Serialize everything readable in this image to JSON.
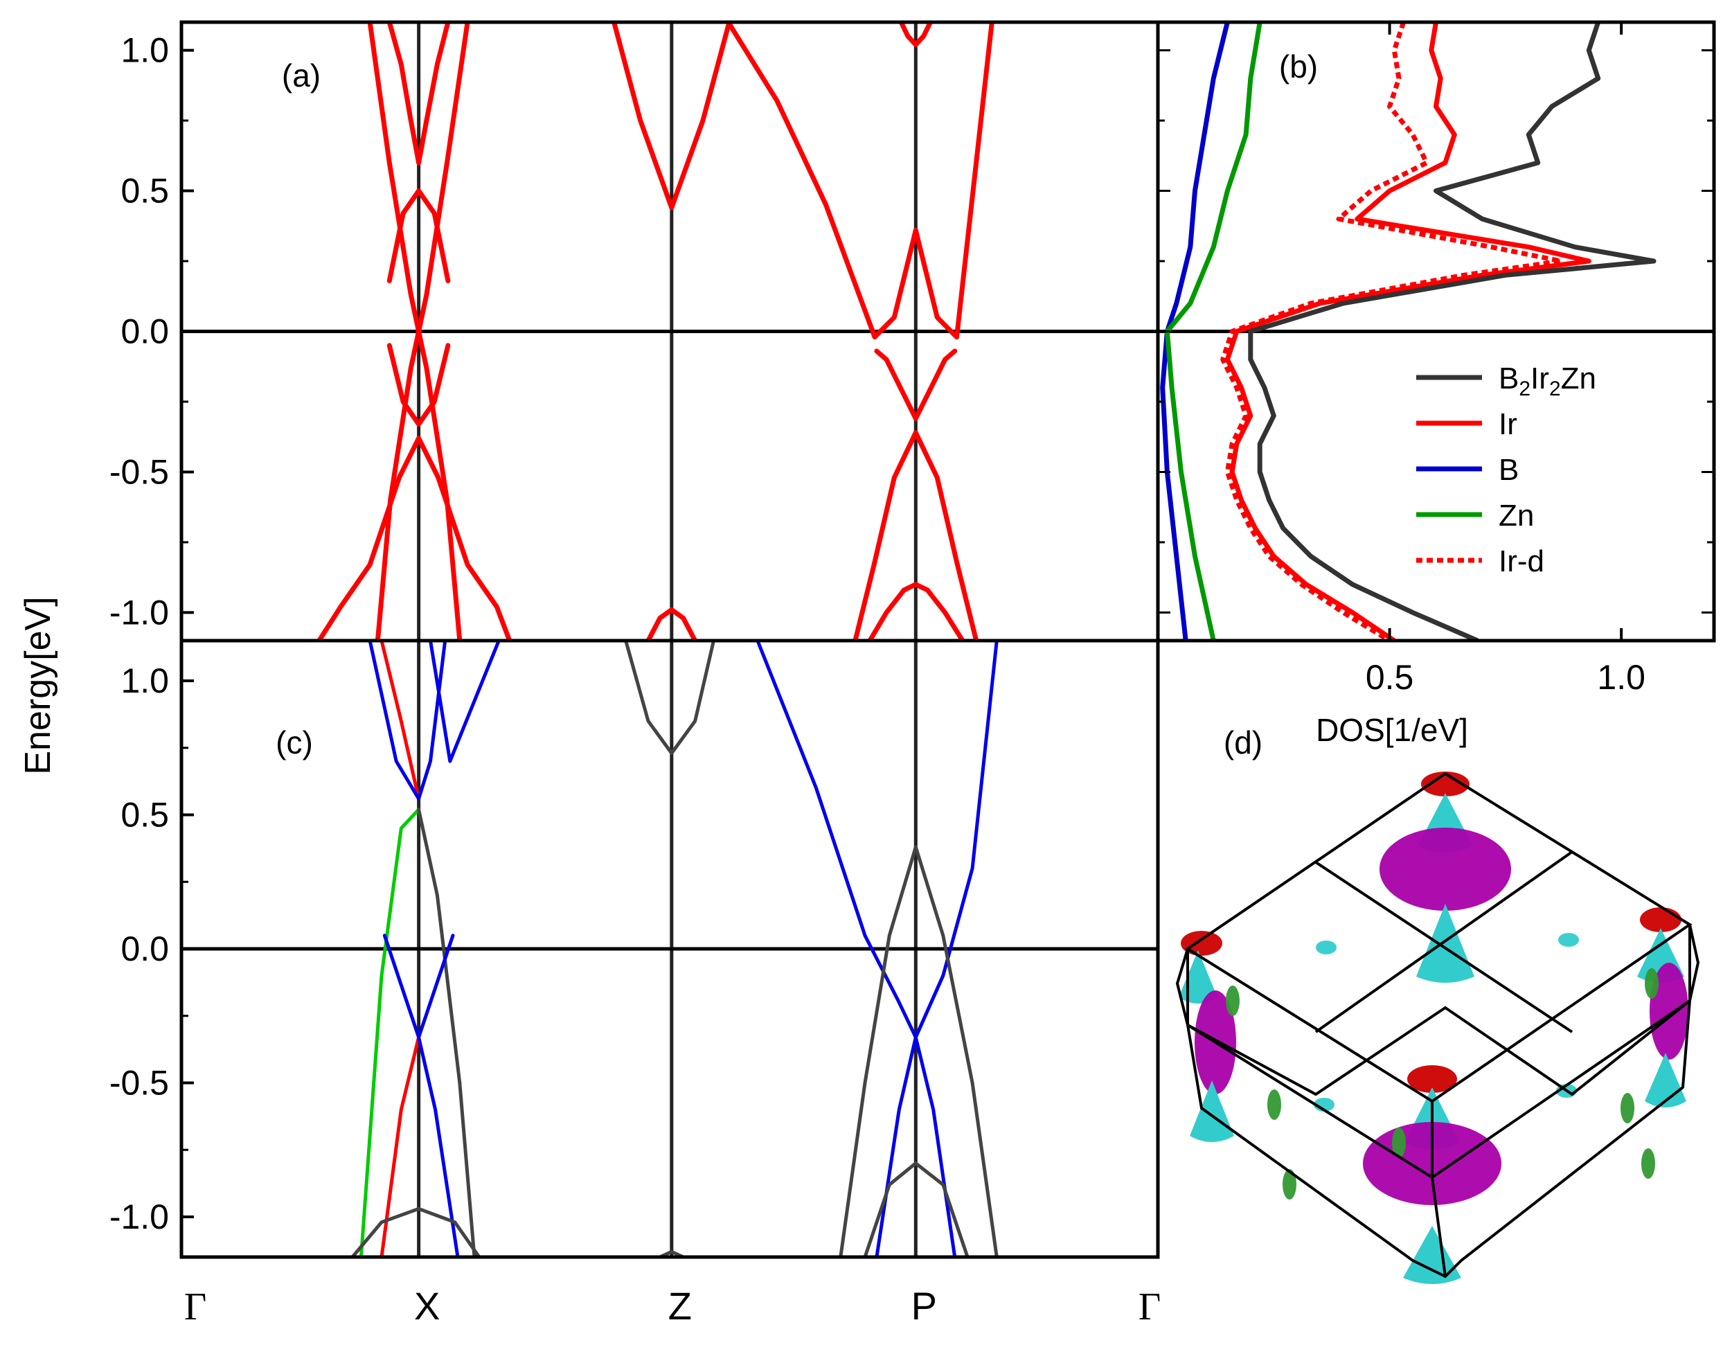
{
  "chart_data": [
    {
      "panel": "a",
      "type": "line",
      "label": "(a)",
      "ylabel": "Energy[eV]",
      "ylim": [
        -1.1,
        1.1
      ],
      "yticks": [
        "1.0",
        "0.5",
        "0.0",
        "-0.5",
        "-1.0"
      ],
      "ytick_values": [
        1.0,
        0.5,
        0.0,
        -0.5,
        -1.0
      ],
      "xlim": [
        0,
        1
      ],
      "high_symmetry_points": [
        {
          "label": "Γ",
          "x": 0.0
        },
        {
          "label": "X",
          "x": 0.243
        },
        {
          "label": "Z",
          "x": 0.502
        },
        {
          "label": "P",
          "x": 0.752
        },
        {
          "label": "Γ",
          "x": 1.0
        }
      ],
      "line_color": "#ff0000",
      "series": [
        {
          "x": [
            0.213,
            0.225,
            0.235,
            0.243
          ],
          "values": [
            1.1,
            0.95,
            0.75,
            0.6
          ]
        },
        {
          "x": [
            0.243,
            0.251,
            0.262,
            0.273
          ],
          "values": [
            0.6,
            0.75,
            0.95,
            1.1
          ]
        },
        {
          "x": [
            0.193,
            0.213,
            0.235,
            0.243,
            0.251,
            0.272,
            0.285
          ],
          "values": [
            1.1,
            0.6,
            0.13,
            0.0,
            -0.13,
            -0.6,
            -1.1
          ]
        },
        {
          "x": [
            0.201,
            0.214,
            0.235,
            0.243,
            0.251,
            0.272,
            0.293
          ],
          "values": [
            -1.1,
            -0.6,
            -0.13,
            0.0,
            0.13,
            0.6,
            1.1
          ]
        },
        {
          "x": [
            0.213,
            0.227,
            0.243,
            0.259,
            0.273
          ],
          "values": [
            0.18,
            0.42,
            0.5,
            0.42,
            0.18
          ]
        },
        {
          "x": [
            0.213,
            0.227,
            0.243,
            0.259,
            0.273
          ],
          "values": [
            -0.05,
            -0.25,
            -0.33,
            -0.25,
            -0.05
          ]
        },
        {
          "x": [
            0.141,
            0.163,
            0.193,
            0.223,
            0.243,
            0.263,
            0.293,
            0.323,
            0.336
          ],
          "values": [
            -1.1,
            -0.98,
            -0.83,
            -0.52,
            -0.38,
            -0.52,
            -0.83,
            -0.98,
            -1.1
          ]
        },
        {
          "x": [
            0.443,
            0.47,
            0.502,
            0.534,
            0.561
          ],
          "values": [
            1.1,
            0.75,
            0.44,
            0.75,
            1.1
          ]
        },
        {
          "x": [
            0.478,
            0.49,
            0.502,
            0.514,
            0.526
          ],
          "values": [
            -1.1,
            -1.02,
            -0.99,
            -1.02,
            -1.1
          ]
        },
        {
          "x": [
            0.56,
            0.61,
            0.66,
            0.71,
            0.73,
            0.752,
            0.774,
            0.794,
            0.83
          ],
          "values": [
            1.1,
            0.82,
            0.45,
            -0.02,
            0.05,
            0.36,
            0.05,
            -0.02,
            1.1
          ]
        },
        {
          "x": [
            0.737,
            0.744,
            0.752,
            0.76,
            0.767
          ],
          "values": [
            1.1,
            1.05,
            1.02,
            1.05,
            1.1
          ]
        },
        {
          "x": [
            0.712,
            0.722,
            0.732,
            0.752,
            0.772,
            0.782,
            0.792
          ],
          "values": [
            -0.07,
            -0.1,
            -0.17,
            -0.31,
            -0.17,
            -0.1,
            -0.07
          ]
        },
        {
          "x": [
            0.69,
            0.71,
            0.73,
            0.752,
            0.774,
            0.794,
            0.814
          ],
          "values": [
            -1.1,
            -0.82,
            -0.52,
            -0.36,
            -0.52,
            -0.82,
            -1.1
          ]
        },
        {
          "x": [
            0.705,
            0.722,
            0.74,
            0.752,
            0.764,
            0.782,
            0.8
          ],
          "values": [
            -1.1,
            -1.0,
            -0.92,
            -0.9,
            -0.92,
            -1.0,
            -1.1
          ]
        }
      ]
    },
    {
      "panel": "b",
      "type": "line",
      "label": "(b)",
      "xlabel": "DOS[1/eV]",
      "xlim": [
        0,
        1.2
      ],
      "xticks": [
        "0.5",
        "1.0"
      ],
      "xtick_values": [
        0.5,
        1.0
      ],
      "ylim": [
        -1.1,
        1.1
      ],
      "series": [
        {
          "name": "B2Ir2Zn",
          "color": "#333333",
          "style": "solid",
          "y": [
            1.1,
            1.0,
            0.9,
            0.8,
            0.7,
            0.6,
            0.5,
            0.4,
            0.3,
            0.25,
            0.2,
            0.1,
            0.0,
            -0.1,
            -0.2,
            -0.3,
            -0.4,
            -0.5,
            -0.6,
            -0.7,
            -0.8,
            -0.9,
            -1.0,
            -1.1
          ],
          "values": [
            0.95,
            0.93,
            0.95,
            0.85,
            0.8,
            0.82,
            0.6,
            0.7,
            0.9,
            1.07,
            0.75,
            0.4,
            0.2,
            0.2,
            0.23,
            0.25,
            0.22,
            0.22,
            0.24,
            0.27,
            0.33,
            0.42,
            0.55,
            0.69
          ]
        },
        {
          "name": "Ir",
          "color": "#ff0000",
          "style": "solid",
          "y": [
            1.1,
            1.0,
            0.9,
            0.8,
            0.7,
            0.6,
            0.5,
            0.4,
            0.3,
            0.25,
            0.2,
            0.1,
            0.0,
            -0.1,
            -0.2,
            -0.3,
            -0.4,
            -0.5,
            -0.6,
            -0.7,
            -0.8,
            -0.9,
            -1.0,
            -1.1
          ],
          "values": [
            0.6,
            0.59,
            0.61,
            0.6,
            0.64,
            0.62,
            0.5,
            0.43,
            0.8,
            0.93,
            0.7,
            0.35,
            0.17,
            0.15,
            0.18,
            0.2,
            0.17,
            0.16,
            0.18,
            0.21,
            0.25,
            0.32,
            0.42,
            0.51
          ]
        },
        {
          "name": "B",
          "color": "#0000cc",
          "style": "solid",
          "y": [
            1.1,
            0.9,
            0.7,
            0.5,
            0.3,
            0.1,
            0.0,
            -0.2,
            -0.5,
            -0.8,
            -1.1
          ],
          "values": [
            0.15,
            0.12,
            0.1,
            0.08,
            0.07,
            0.04,
            0.02,
            0.01,
            0.02,
            0.04,
            0.06
          ]
        },
        {
          "name": "Zn",
          "color": "#009900",
          "style": "solid",
          "y": [
            1.1,
            0.9,
            0.7,
            0.5,
            0.3,
            0.1,
            0.0,
            -0.2,
            -0.5,
            -0.8,
            -1.1
          ],
          "values": [
            0.22,
            0.2,
            0.19,
            0.15,
            0.12,
            0.07,
            0.02,
            0.03,
            0.05,
            0.08,
            0.12
          ]
        },
        {
          "name": "Ir-d",
          "color": "#ff0000",
          "style": "dotted",
          "y": [
            1.1,
            1.0,
            0.9,
            0.8,
            0.7,
            0.6,
            0.5,
            0.4,
            0.3,
            0.25,
            0.2,
            0.1,
            0.0,
            -0.1,
            -0.2,
            -0.3,
            -0.4,
            -0.5,
            -0.6,
            -0.7,
            -0.8,
            -0.9,
            -1.0,
            -1.1
          ],
          "values": [
            0.53,
            0.51,
            0.52,
            0.5,
            0.55,
            0.58,
            0.46,
            0.39,
            0.72,
            0.87,
            0.66,
            0.33,
            0.16,
            0.14,
            0.17,
            0.19,
            0.16,
            0.15,
            0.17,
            0.2,
            0.24,
            0.31,
            0.4,
            0.5
          ]
        }
      ],
      "legend": [
        {
          "text": "B",
          "sub": "2",
          "text2": "Ir",
          "sub2": "2",
          "text3": "Zn",
          "color": "#333333",
          "style": "solid"
        },
        {
          "text": "Ir",
          "color": "#ff0000",
          "style": "solid"
        },
        {
          "text": "B",
          "color": "#0000cc",
          "style": "solid"
        },
        {
          "text": "Zn",
          "color": "#009900",
          "style": "solid"
        },
        {
          "text": "Ir-d",
          "color": "#ff0000",
          "style": "dotted"
        }
      ]
    },
    {
      "panel": "c",
      "type": "line",
      "label": "(c)",
      "ylim": [
        -1.15,
        1.15
      ],
      "yticks": [
        "1.0",
        "0.5",
        "0.0",
        "-0.5",
        "-1.0"
      ],
      "ytick_values": [
        1.0,
        0.5,
        0.0,
        -0.5,
        -1.0
      ],
      "xtick_labels": [
        "Γ",
        "X",
        "Z",
        "P",
        "Γ"
      ],
      "xtick_values": [
        0.0,
        0.243,
        0.502,
        0.752,
        1.0
      ],
      "series": [
        {
          "color": "#ff0000",
          "x": [
            0.205,
            0.225,
            0.243
          ],
          "values": [
            1.15,
            0.85,
            0.56
          ]
        },
        {
          "color": "#0000ee",
          "x": [
            0.193,
            0.22,
            0.243,
            0.255,
            0.27
          ],
          "values": [
            1.15,
            0.7,
            0.56,
            0.7,
            1.15
          ]
        },
        {
          "color": "#0000ee",
          "x": [
            0.255,
            0.275,
            0.325
          ],
          "values": [
            1.15,
            0.7,
            1.15
          ]
        },
        {
          "color": "#00cc00",
          "x": [
            0.184,
            0.205,
            0.225,
            0.243
          ],
          "values": [
            -1.15,
            -0.1,
            0.45,
            0.52
          ]
        },
        {
          "color": "#444444",
          "x": [
            0.243,
            0.262,
            0.285
          ],
          "values": [
            0.52,
            0.2,
            -0.5
          ]
        },
        {
          "color": "#0000ee",
          "x": [
            0.208,
            0.243,
            0.278
          ],
          "values": [
            0.05,
            -0.33,
            0.05
          ]
        },
        {
          "color": "#ff0000",
          "x": [
            0.205,
            0.225,
            0.243
          ],
          "values": [
            -1.15,
            -0.6,
            -0.33
          ]
        },
        {
          "color": "#0000ee",
          "x": [
            0.243,
            0.26,
            0.283
          ],
          "values": [
            -0.33,
            -0.6,
            -1.15
          ]
        },
        {
          "color": "#444444",
          "x": [
            0.285,
            0.3
          ],
          "values": [
            -0.5,
            -1.15
          ]
        },
        {
          "color": "#444444",
          "x": [
            0.175,
            0.205,
            0.243,
            0.28,
            0.305
          ],
          "values": [
            -1.15,
            -1.02,
            -0.97,
            -1.02,
            -1.15
          ]
        },
        {
          "color": "#444444",
          "x": [
            0.455,
            0.478,
            0.502,
            0.526,
            0.545
          ],
          "values": [
            1.15,
            0.85,
            0.73,
            0.85,
            1.15
          ]
        },
        {
          "color": "#444444",
          "x": [
            0.49,
            0.502,
            0.514
          ],
          "values": [
            -1.15,
            -1.13,
            -1.15
          ]
        },
        {
          "color": "#0000ee",
          "x": [
            0.59,
            0.65,
            0.7,
            0.735,
            0.752
          ],
          "values": [
            1.15,
            0.6,
            0.05,
            -0.2,
            -0.33
          ]
        },
        {
          "color": "#0000ee",
          "x": [
            0.752,
            0.78,
            0.81,
            0.835
          ],
          "values": [
            -0.33,
            -0.1,
            0.3,
            1.15
          ]
        },
        {
          "color": "#444444",
          "x": [
            0.7,
            0.725,
            0.752,
            0.78,
            0.81
          ],
          "values": [
            -0.5,
            0.05,
            0.38,
            0.05,
            -0.5
          ]
        },
        {
          "color": "#444444",
          "x": [
            0.675,
            0.7
          ],
          "values": [
            -1.15,
            -0.5
          ]
        },
        {
          "color": "#444444",
          "x": [
            0.81,
            0.835
          ],
          "values": [
            -0.5,
            -1.15
          ]
        },
        {
          "color": "#0000ee",
          "x": [
            0.712,
            0.735,
            0.752,
            0.77,
            0.792
          ],
          "values": [
            -1.15,
            -0.6,
            -0.33,
            -0.6,
            -1.15
          ]
        },
        {
          "color": "#444444",
          "x": [
            0.7,
            0.725,
            0.752,
            0.78,
            0.805
          ],
          "values": [
            -1.15,
            -0.88,
            -0.8,
            -0.88,
            -1.15
          ]
        }
      ]
    },
    {
      "panel": "d",
      "type": "other",
      "label": "(d)",
      "colors": {
        "red": "#cc0000",
        "cyan": "#33cccc",
        "magenta": "#aa00aa",
        "green": "#339933"
      }
    }
  ]
}
